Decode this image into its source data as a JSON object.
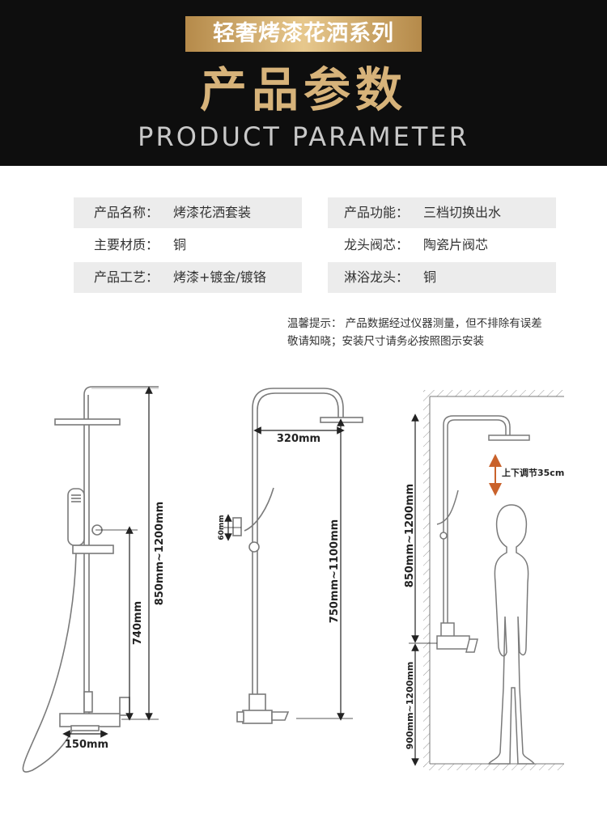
{
  "header": {
    "series_badge": "轻奢烤漆花洒系列",
    "title_cn": "产品参数",
    "title_en": "PRODUCT PARAMETER"
  },
  "params": {
    "left": [
      {
        "label": "产品名称：",
        "value": "烤漆花洒套装"
      },
      {
        "label": "主要材质：",
        "value": "铜"
      },
      {
        "label": "产品工艺：",
        "value": "烤漆+镀金/镀铬"
      }
    ],
    "right": [
      {
        "label": "产品功能：",
        "value": "三档切换出水"
      },
      {
        "label": "龙头阀芯：",
        "value": "陶瓷片阀芯"
      },
      {
        "label": "淋浴龙头：",
        "value": "铜"
      }
    ]
  },
  "notice": {
    "line1": "温馨提示：  产品数据经过仪器测量，但不排除有误差",
    "line2": "敬请知晓；安装尺寸请务必按照图示安装"
  },
  "diagrams": {
    "d1": {
      "height_range": "850mm~1200mm",
      "faucet_height": "740mm",
      "faucet_width": "150mm"
    },
    "d2": {
      "arm_length": "320mm",
      "slider_range": "60mm",
      "height_range": "750mm~1100mm"
    },
    "d3": {
      "adjust_note": "上下调节35cm",
      "upper_range": "850mm~1200mm",
      "lower_range": "900mm~1200mm"
    }
  },
  "colors": {
    "hero_bg": "#0e0e0e",
    "gold": "#d7b37a",
    "line": "#888888",
    "arrow": "#c9622b"
  }
}
